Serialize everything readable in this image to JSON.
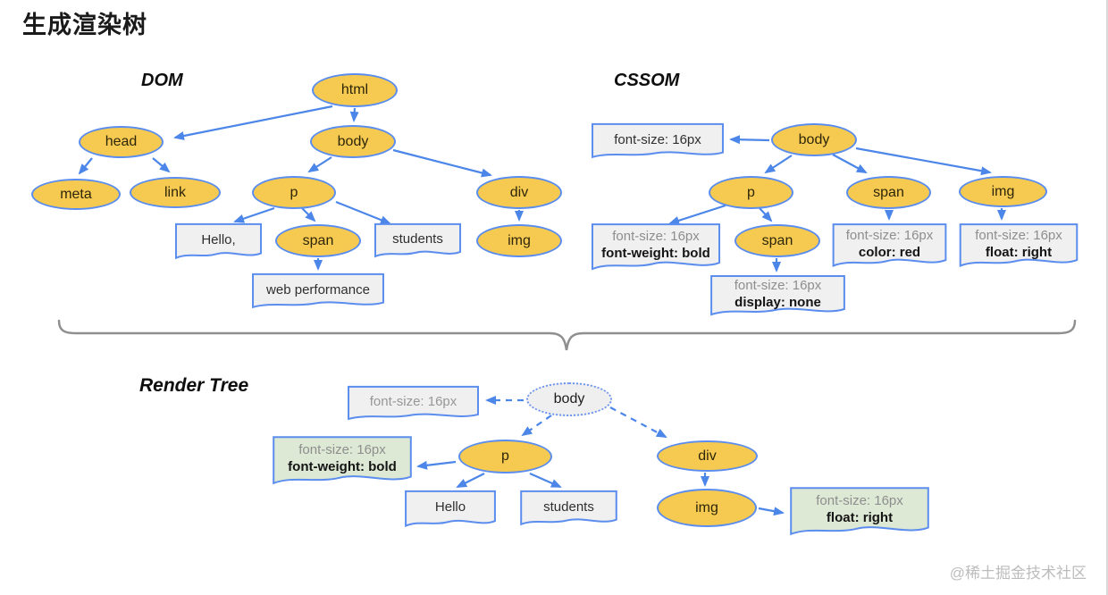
{
  "title": "生成渲染树",
  "watermark": "@稀土掘金技术社区",
  "colors": {
    "node_fill": "#f6ca51",
    "node_border": "#5b8dee",
    "arrow": "#4b86e8",
    "doc_fill": "#f0f0f0",
    "doc_green_fill": "#dde9d5",
    "brace": "#8f8f8f",
    "rule_muted_text": "#8e8e8e"
  },
  "dom": {
    "label": "DOM",
    "nodes": {
      "html": "html",
      "head": "head",
      "body": "body",
      "meta": "meta",
      "link": "link",
      "p": "p",
      "div": "div",
      "span": "span",
      "img": "img"
    },
    "texts": {
      "hello": "Hello,",
      "students": "students",
      "webperf": "web performance"
    }
  },
  "cssom": {
    "label": "CSSOM",
    "nodes": {
      "body": "body",
      "p": "p",
      "span_child": "span",
      "span_nested": "span",
      "img": "img"
    },
    "rules": {
      "body": {
        "line1": "font-size: 16px"
      },
      "p": {
        "line1": "font-size: 16px",
        "line2": "font-weight: bold"
      },
      "span_child": {
        "line1": "font-size: 16px",
        "line2": "color: red"
      },
      "img": {
        "line1": "font-size: 16px",
        "line2": "float: right"
      },
      "span_nested": {
        "line1": "font-size: 16px",
        "line2": "display: none"
      }
    }
  },
  "render_tree": {
    "label": "Render Tree",
    "nodes": {
      "body": "body",
      "p": "p",
      "div": "div",
      "img": "img"
    },
    "texts": {
      "hello": "Hello",
      "students": "students"
    },
    "rules": {
      "body": {
        "line1": "font-size: 16px"
      },
      "p": {
        "line1": "font-size: 16px",
        "line2": "font-weight: bold"
      },
      "img": {
        "line1": "font-size: 16px",
        "line2": "float: right"
      }
    }
  }
}
